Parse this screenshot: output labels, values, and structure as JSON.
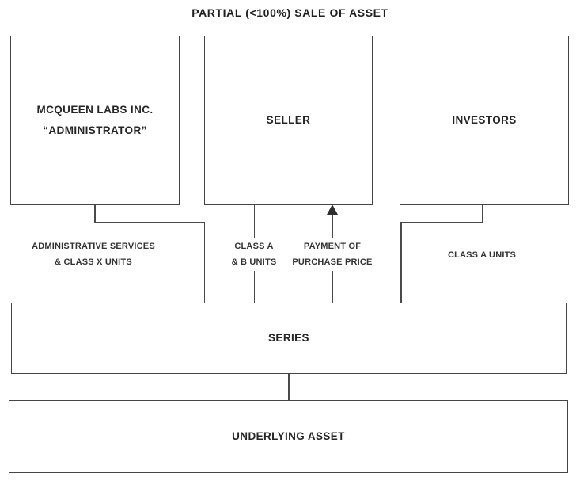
{
  "title": "PARTIAL (<100%) SALE OF ASSET",
  "nodes": {
    "administrator": {
      "line1": "MCQUEEN LABS INC.",
      "line2": "“ADMINISTRATOR”"
    },
    "seller": {
      "label": "SELLER"
    },
    "investors": {
      "label": "INVESTORS"
    },
    "series": {
      "label": "SERIES"
    },
    "underlying_asset": {
      "label": "UNDERLYING ASSET"
    }
  },
  "edge_labels": {
    "administrative_services": {
      "line1": "ADMINISTRATIVE SERVICES",
      "line2": "& CLASS X UNITS"
    },
    "class_a_b_units": {
      "line1": "CLASS A",
      "line2": "& B UNITS"
    },
    "payment_of_purchase_price": {
      "line1": "PAYMENT OF",
      "line2": "PURCHASE PRICE"
    },
    "class_a_units": {
      "label": "CLASS A UNITS"
    }
  },
  "icons": {
    "arrowhead_up": "filled triangle pointing up into SELLER box"
  },
  "colors": {
    "background": "#ffffff",
    "box_border": "#454545",
    "connector_line": "#4a4a4a",
    "text": "#262626"
  }
}
